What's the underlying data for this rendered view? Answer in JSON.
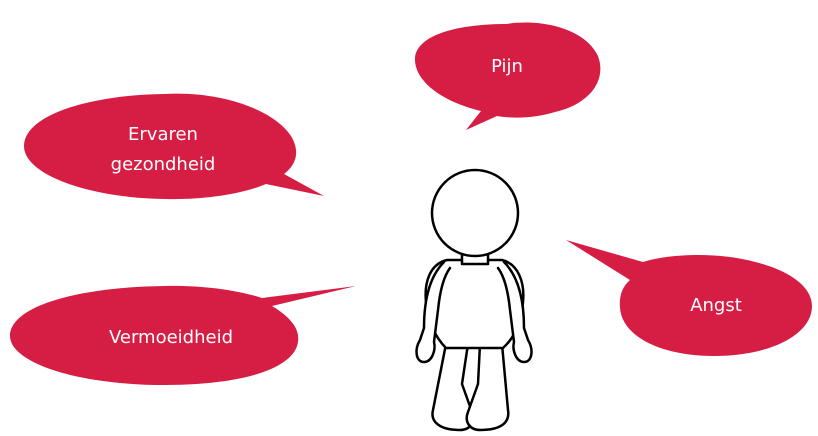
{
  "bubble_color": "#D61E45",
  "figure_stroke_color": "#000000",
  "bubbles": {
    "pijn": {
      "label": "Pijn"
    },
    "ervaren": {
      "line1": "Ervaren",
      "line2": "gezondheid"
    },
    "angst": {
      "label": "Angst"
    },
    "vermoeidheid": {
      "label": "Vermoeidheid"
    }
  }
}
